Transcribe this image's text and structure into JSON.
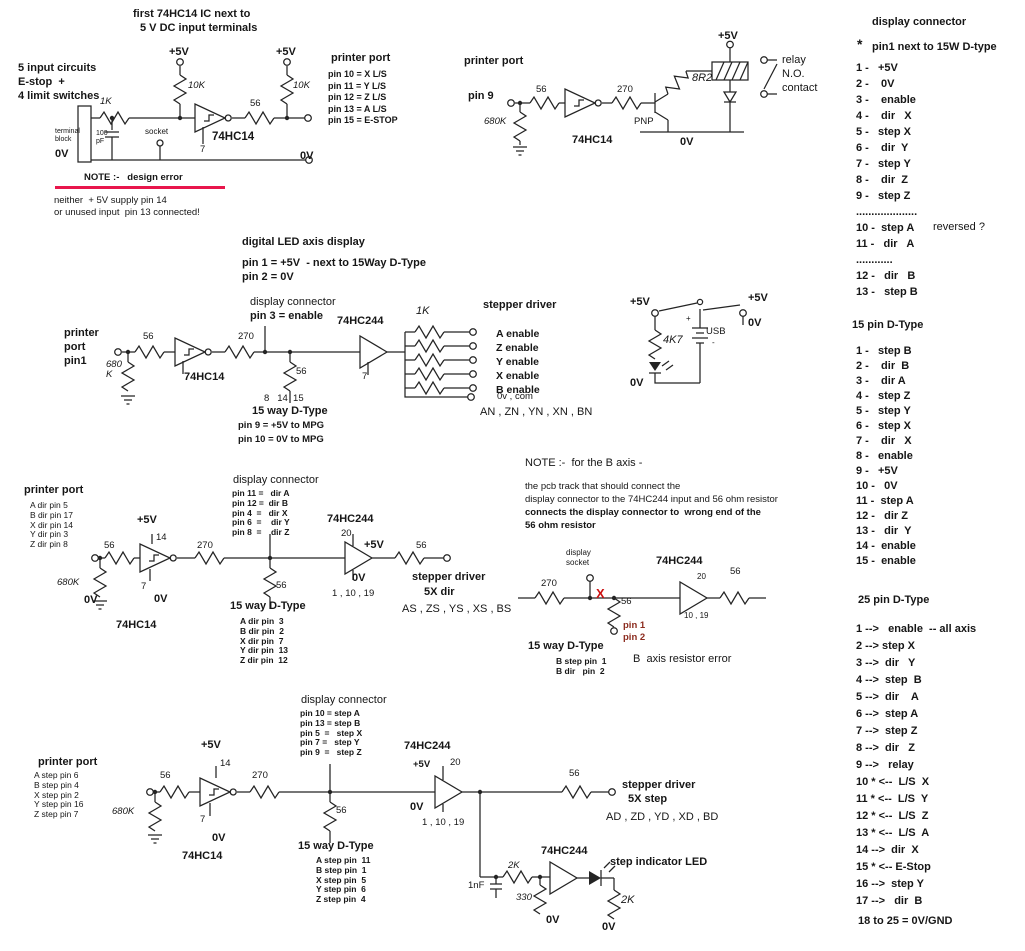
{
  "colors": {
    "note_underline": "#e8164c",
    "error_mark": "#cc1111",
    "pin_label": "#8c2b1e"
  },
  "s1": {
    "h1": "first 74HC14 IC next to",
    "h2": "5 V DC input terminals",
    "in1": "5 input circuits",
    "in2": "E-stop  +",
    "in3": "4 limit switches",
    "v5a": "+5V",
    "v5b": "+5V",
    "r10ka": "10K",
    "r10kb": "10K",
    "r1k": "1K",
    "r56": "56",
    "pp": "printer port",
    "pins": [
      "pin 10 = X L/S",
      "pin 11 = Y L/S",
      "pin 12 = Z L/S",
      "pin 13 = A L/S",
      "pin 15 = E-STOP"
    ],
    "tb": "terminal\nblock",
    "cap": "100\npF",
    "socket": "socket",
    "p7": "7",
    "ic": "74HC14",
    "ov1": "0V",
    "ov2": "0V",
    "note": "NOTE :-   design error",
    "note2": "neither  + 5V supply pin 14",
    "note3": "or unused input  pin 13 connected!"
  },
  "s2": {
    "pp": "printer port",
    "pin9": "pin 9",
    "r56": "56",
    "r680k": "680K",
    "ic": "74HC14",
    "r270": "270",
    "pnp": "PNP",
    "r8r2": "8R2",
    "v5": "+5V",
    "relay": "relay",
    "no": "N.O.",
    "contact": "contact",
    "ov": "0V"
  },
  "dc": {
    "heading": "display connector",
    "star": "*",
    "sub": "pin1 next to 15W D-type",
    "items": [
      "1 -   +5V",
      "2 -    0V",
      "3 -    enable",
      "4 -    dir   X",
      "5 -   step X",
      "6 -    dir  Y",
      "7 -   step Y",
      "8 -    dir  Z",
      "9 -   step Z",
      "....................",
      "10 -  step A",
      "11 -   dir   A",
      "............",
      "12 -   dir   B",
      "13 -   step B"
    ],
    "reversed": "reversed ?"
  },
  "s3": {
    "heading": "digital LED axis display",
    "sub1": "pin 1 = +5V  - next to 15Way D-Type",
    "sub2": "pin 2 = 0V",
    "dconn": "display connector",
    "pin3": "pin 3 = enable",
    "ic244": "74HC244",
    "r1k": "1K",
    "stepper": "stepper driver",
    "enables": [
      "A enable",
      "Z enable",
      "Y enable",
      "X enable",
      "B enable"
    ],
    "pp": "printer\nport\npin1",
    "r56a": "56",
    "r680": "680\nK",
    "ic14": "74HC14",
    "r270": "270",
    "r56b": "56",
    "p7": "7",
    "pins": "8   14  15",
    "d15": "15 way D-Type",
    "mpg1": "pin 9 = +5V to MPG",
    "mpg2": "pin 10 = 0V to MPG",
    "ovcom": "0v , com",
    "sig": "AN , ZN , YN , XN , BN"
  },
  "usb": {
    "v5a": "+5V",
    "v5b": "+5V",
    "ov1": "0V",
    "r4k7": "4K7",
    "plus": "+",
    "usb": "USB",
    "minus": "-",
    "ov2": "0V"
  },
  "d15": {
    "heading": "15 pin D-Type",
    "items": [
      "1 -   step B",
      "2 -    dir  B",
      "3 -    dir A",
      "4 -   step Z",
      "5 -   step Y",
      "6 -   step X",
      "7 -    dir   X",
      "8 -   enable",
      "9 -   +5V",
      "10 -   0V",
      "11 -  step A",
      "12 -   dir Z",
      "13 -   dir  Y",
      "14 -  enable",
      "15 -  enable"
    ]
  },
  "s4": {
    "pp": "printer port",
    "pp_pins": [
      "A dir pin 5",
      "B dir pin 17",
      "X dir pin 14",
      "Y dir pin 3",
      "Z dir pin 8"
    ],
    "r56a": "56",
    "r680k": "680K",
    "v5": "+5V",
    "p14": "14",
    "p7": "7",
    "ov1": "0V",
    "ov2": "0V",
    "r270": "270",
    "ic14": "74HC14",
    "dconn": "display connector",
    "dc_pins": [
      "pin 11 =   dir A",
      "pin 12 =  dir B",
      "pin 4  =   dir X",
      "pin 6  =    dir Y",
      "pin 8  =    dir Z"
    ],
    "r56b": "56",
    "d15": "15 way D-Type",
    "d15_pins": [
      "A dir pin  3",
      "B dir pin  2",
      "X dir pin  7",
      "Y dir pin  13",
      "Z dir pin  12"
    ],
    "ic244": "74HC244",
    "p20": "20",
    "v5b": "+5V",
    "ov3": "0V",
    "p11019": "1 , 10 , 19",
    "r56c": "56",
    "stepper": "stepper driver",
    "x5": "5X dir",
    "sig": "AS , ZS , YS , XS , BS"
  },
  "s5": {
    "l1": "NOTE :-  for the B axis -",
    "l2": "the pcb track that should connect the",
    "l3": "display connector to the 74HC244 input and 56 ohm resistor",
    "l4": "connects the display connector to  wrong end of the",
    "l5": "56 ohm resistor",
    "dsock": "display\nsocket",
    "r270": "270",
    "x": "X",
    "r56": "56",
    "pin1": "pin 1",
    "pin2": "pin 2",
    "ic244": "74HC244",
    "p20": "20",
    "p1019": "10 , 19",
    "r56b": "56",
    "d15": "15 way D-Type",
    "bpins": [
      "B step pin  1",
      "B dir   pin  2"
    ],
    "err": "B  axis resistor error"
  },
  "d25": {
    "heading": "25 pin D-Type",
    "items": [
      "1 -->   enable  -- all axis",
      "2 --> step X",
      "3 -->  dir   Y",
      "4 -->  step  B",
      "5 -->  dir    A",
      "6 -->  step A",
      "7 -->  step Z",
      "8 -->  dir   Z",
      "9 -->   relay",
      "10 * <--  L/S  X",
      "11 * <--  L/S  Y",
      "12 * <--  L/S  Z",
      "13 * <--  L/S  A",
      "14 -->  dir  X",
      "15 * <-- E-Stop",
      "16 -->  step Y",
      "17 -->   dir  B"
    ],
    "footer": "18 to 25 = 0V/GND"
  },
  "s6": {
    "dconn": "display connector",
    "dc_pins": [
      "pin 10 = step A",
      "pin 13 = step B",
      "pin 5  =   step X",
      "pin 7 =   step Y",
      "pin 9  =   step Z"
    ],
    "pp": "printer port",
    "pp_pins": [
      "A step pin 6",
      "B step pin 4",
      "X step pin 2",
      "Y step pin 16",
      "Z step pin 7"
    ],
    "v5": "+5V",
    "p14": "14",
    "r56a": "56",
    "r680k": "680K",
    "r270": "270",
    "p7": "7",
    "ov1": "0V",
    "ic14": "74HC14",
    "ic244": "74HC244",
    "v5b": "+5V",
    "p20": "20",
    "ov2": "0V",
    "p11019": "1 , 10 , 19",
    "r56b": "56",
    "d15": "15 way D-Type",
    "d15_pins": [
      "A step pin  11",
      "B step pin  1",
      "X step pin  5",
      "Y step pin  6",
      "Z step pin  4"
    ],
    "r56c": "56",
    "stepper": "stepper driver",
    "x5": "5X step",
    "sig": "AD , ZD , YD , XD , BD",
    "led": "step indicator LED",
    "ic244b": "74HC244",
    "r2ka": "2K",
    "c1nf": "1nF",
    "r330": "330",
    "ov3": "0V",
    "r2kb": "2K",
    "ov4": "0V"
  }
}
